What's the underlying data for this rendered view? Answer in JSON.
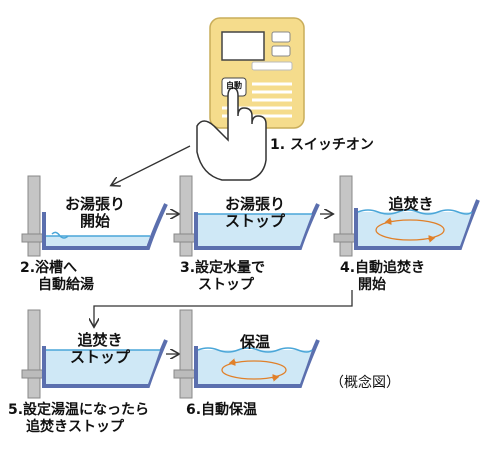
{
  "controller": {
    "button_label": "自動"
  },
  "steps": [
    {
      "number": "1.",
      "text": "スイッチオン"
    },
    {
      "tub_label": [
        "お湯張り",
        "開始"
      ],
      "caption": [
        "2.浴槽へ",
        "自動給湯"
      ]
    },
    {
      "tub_label": [
        "お湯張り",
        "ストップ"
      ],
      "caption": [
        "3.設定水量で",
        "ストップ"
      ]
    },
    {
      "tub_label": [
        "追焚き"
      ],
      "caption": [
        "4.自動追焚き",
        "開始"
      ]
    },
    {
      "tub_label": [
        "追焚き",
        "ストップ"
      ],
      "caption": [
        "5.設定湯温になったら",
        "追焚きストップ"
      ]
    },
    {
      "tub_label": [
        "保温"
      ],
      "caption": [
        "6.自動保温"
      ]
    }
  ],
  "note": "（概念図）",
  "colors": {
    "tub_outline": "#5b6fae",
    "water": "#cfe8f6",
    "water_surface": "#4aa6d8",
    "arrow_orange": "#e0802a",
    "pipe": "#9a9a9a",
    "panel": "#f5dc8c"
  }
}
